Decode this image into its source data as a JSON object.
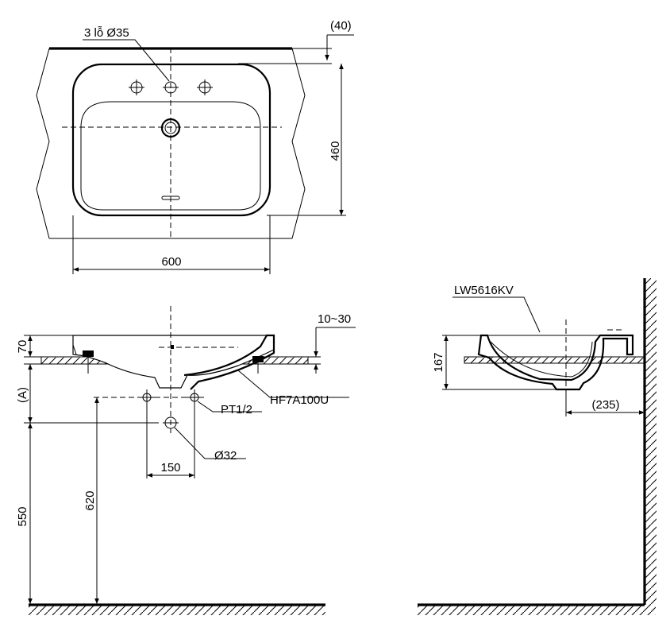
{
  "top_view": {
    "holes_label": "3 lỗ Ø35",
    "offset_label": "(40)",
    "depth_label": "460",
    "width_label": "600"
  },
  "front_view": {
    "rim_label": "70",
    "a_label": "(A)",
    "counter_label": "10~30",
    "drain_label": "HF7A100U",
    "supply_label": "PT1/2",
    "waste_label": "Ø32",
    "spacing_label": "150",
    "floor_to_counter_label": "550",
    "floor_to_supply_label": "620"
  },
  "side_view": {
    "model_label": "LW5616KV",
    "height_label": "167",
    "wall_offset_label": "(235)"
  }
}
